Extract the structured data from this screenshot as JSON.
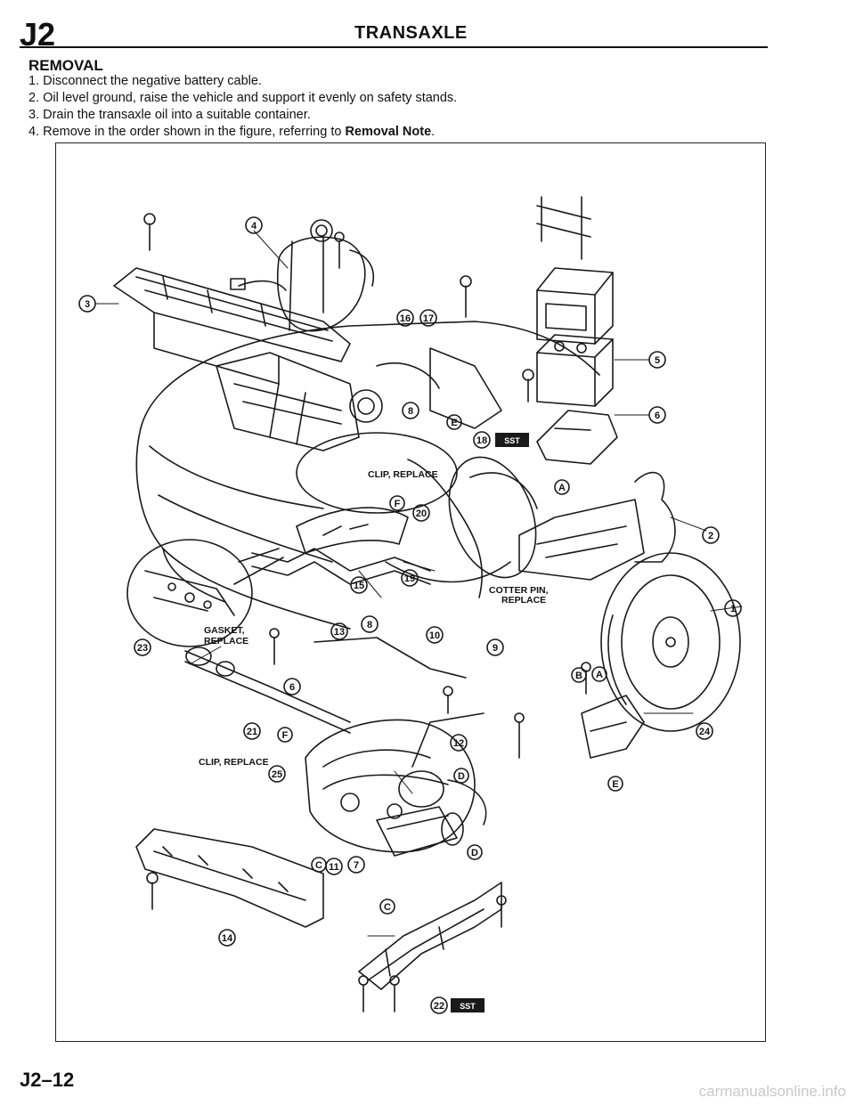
{
  "header": {
    "code": "J2",
    "title": "TRANSAXLE"
  },
  "section": {
    "title": "REMOVAL",
    "steps": [
      "1. Disconnect the negative battery cable.",
      "2. Oil level ground, raise the vehicle and support it evenly on safety stands.",
      "3. Drain the transaxle oil into a suitable container."
    ],
    "step4_text": "4. Remove in the order shown in the figure, referring to ",
    "step4_emphasis": "Removal Note",
    "step4_end": "."
  },
  "figure": {
    "labels": {
      "clip_replace_top": "CLIP, REPLACE",
      "cotter_pin": "COTTER PIN,",
      "cotter_replace": "REPLACE",
      "gasket": "GASKET,",
      "gasket_replace": "REPLACE",
      "clip_replace_left": "CLIP, REPLACE",
      "sst_1": "SST",
      "sst_2": "SST"
    },
    "callouts": {
      "c1": "1",
      "c2": "2",
      "c3": "3",
      "c4": "4",
      "c5": "5",
      "c6": "6",
      "c7": "7",
      "c8a": "8",
      "c8b": "8",
      "c9": "9",
      "c10": "10",
      "c11": "11",
      "c12": "12",
      "c13": "13",
      "c14": "14",
      "c15": "15",
      "c16": "16",
      "c17": "17",
      "c18": "18",
      "c19": "19",
      "c20": "20",
      "c21": "21",
      "c22": "22",
      "c23": "23",
      "c24": "24",
      "c25": "25",
      "c6b": "6",
      "kA1": "A",
      "kA2": "A",
      "kB": "B",
      "kC1": "C",
      "kC2": "C",
      "kD1": "D",
      "kD2": "D",
      "kE1": "E",
      "kE2": "E",
      "kF1": "F",
      "kF2": "F"
    }
  },
  "footer": {
    "page_number": "J2–12",
    "watermark": "carmanualsonline.info"
  }
}
